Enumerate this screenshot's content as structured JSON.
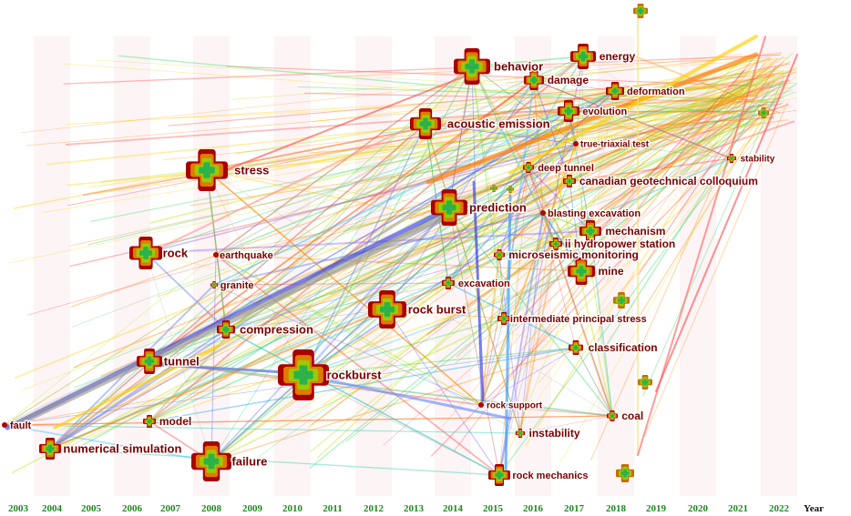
{
  "axis": {
    "years": [
      "2003",
      "2004",
      "2005",
      "2006",
      "2007",
      "2008",
      "2009",
      "2010",
      "2011",
      "2012",
      "2013",
      "2014",
      "2015",
      "2016",
      "2017",
      "2018",
      "2019",
      "2020",
      "2021",
      "2022"
    ],
    "axis_label": "Year"
  },
  "keywords": [
    {
      "id": "behavior",
      "label": "behavior"
    },
    {
      "id": "energy",
      "label": "energy"
    },
    {
      "id": "damage",
      "label": "damage"
    },
    {
      "id": "deformation",
      "label": "deformation"
    },
    {
      "id": "evolution",
      "label": "evolution"
    },
    {
      "id": "acoustic-emission",
      "label": "acoustic emission"
    },
    {
      "id": "true-triaxial-test",
      "label": "true-triaxial test"
    },
    {
      "id": "stability",
      "label": "stability"
    },
    {
      "id": "stress",
      "label": "stress"
    },
    {
      "id": "deep-tunnel",
      "label": "deep tunnel"
    },
    {
      "id": "canadian-geotechnical-colloquium",
      "label": "canadian geotechnical colloquium"
    },
    {
      "id": "prediction",
      "label": "prediction"
    },
    {
      "id": "blasting-excavation",
      "label": "blasting excavation"
    },
    {
      "id": "mechanism",
      "label": "mechanism"
    },
    {
      "id": "jinping-ii-hydropower-station",
      "label": "ii hydropower station"
    },
    {
      "id": "rock",
      "label": "rock"
    },
    {
      "id": "earthquake",
      "label": "earthquake"
    },
    {
      "id": "microseismic-monitoring",
      "label": "microseismic monitoring"
    },
    {
      "id": "mine",
      "label": "mine"
    },
    {
      "id": "granite",
      "label": "granite"
    },
    {
      "id": "excavation",
      "label": "excavation"
    },
    {
      "id": "rock-burst",
      "label": "rock burst"
    },
    {
      "id": "compression",
      "label": "compression"
    },
    {
      "id": "intermediate-principal-stress",
      "label": "intermediate principal stress"
    },
    {
      "id": "classification",
      "label": "classification"
    },
    {
      "id": "tunnel",
      "label": "tunnel"
    },
    {
      "id": "rockburst",
      "label": "rockburst"
    },
    {
      "id": "rock-support",
      "label": "rock support"
    },
    {
      "id": "coal",
      "label": "coal"
    },
    {
      "id": "model",
      "label": "model"
    },
    {
      "id": "instability",
      "label": "instability"
    },
    {
      "id": "fault",
      "label": "fault"
    },
    {
      "id": "numerical-simulation",
      "label": "numerical simulation"
    },
    {
      "id": "failure",
      "label": "failure"
    },
    {
      "id": "rock-mechanics",
      "label": "rock mechanics"
    }
  ]
}
